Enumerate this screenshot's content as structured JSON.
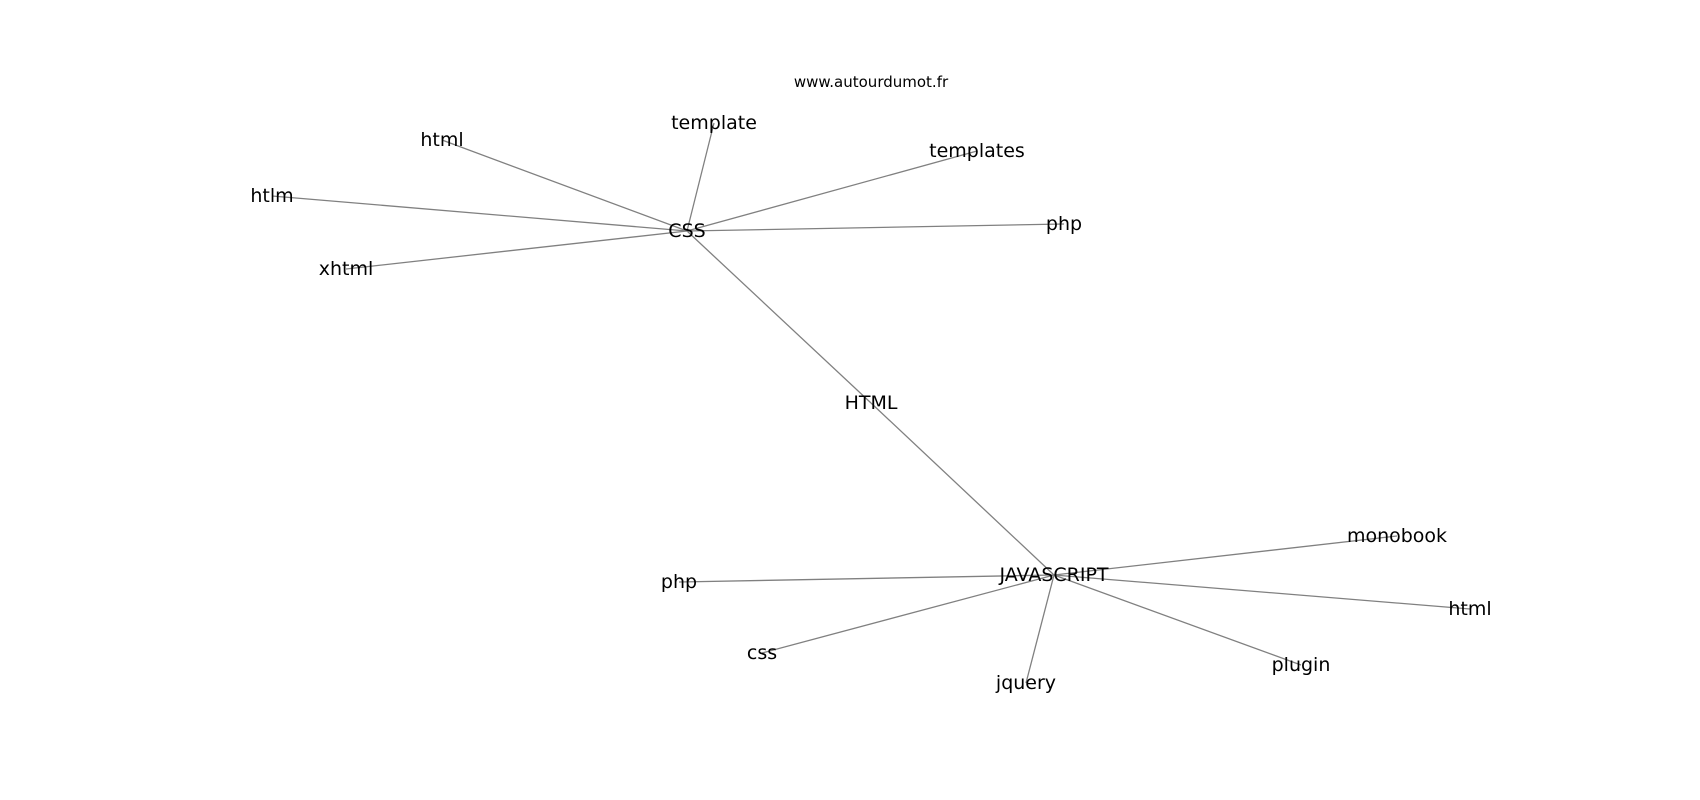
{
  "credit": "www.autourdumot.fr",
  "colors": {
    "edge": "#808080",
    "text": "#000000",
    "background": "#ffffff"
  },
  "graph": {
    "nodes": [
      {
        "id": "html_center",
        "label": "HTML"
      },
      {
        "id": "css",
        "label": "CSS"
      },
      {
        "id": "javascript",
        "label": "JAVASCRIPT"
      },
      {
        "id": "css_template",
        "label": "template"
      },
      {
        "id": "css_html",
        "label": "html"
      },
      {
        "id": "css_templates",
        "label": "templates"
      },
      {
        "id": "css_htlm",
        "label": "htlm"
      },
      {
        "id": "css_php",
        "label": "php"
      },
      {
        "id": "css_xhtml",
        "label": "xhtml"
      },
      {
        "id": "js_monobook",
        "label": "monobook"
      },
      {
        "id": "js_php",
        "label": "php"
      },
      {
        "id": "js_html",
        "label": "html"
      },
      {
        "id": "js_css",
        "label": "css"
      },
      {
        "id": "js_plugin",
        "label": "plugin"
      },
      {
        "id": "js_jquery",
        "label": "jquery"
      }
    ],
    "edges": [
      [
        "html_center",
        "css"
      ],
      [
        "html_center",
        "javascript"
      ],
      [
        "css",
        "css_template"
      ],
      [
        "css",
        "css_html"
      ],
      [
        "css",
        "css_templates"
      ],
      [
        "css",
        "css_htlm"
      ],
      [
        "css",
        "css_php"
      ],
      [
        "css",
        "css_xhtml"
      ],
      [
        "javascript",
        "js_monobook"
      ],
      [
        "javascript",
        "js_php"
      ],
      [
        "javascript",
        "js_html"
      ],
      [
        "javascript",
        "js_css"
      ],
      [
        "javascript",
        "js_plugin"
      ],
      [
        "javascript",
        "js_jquery"
      ]
    ]
  }
}
